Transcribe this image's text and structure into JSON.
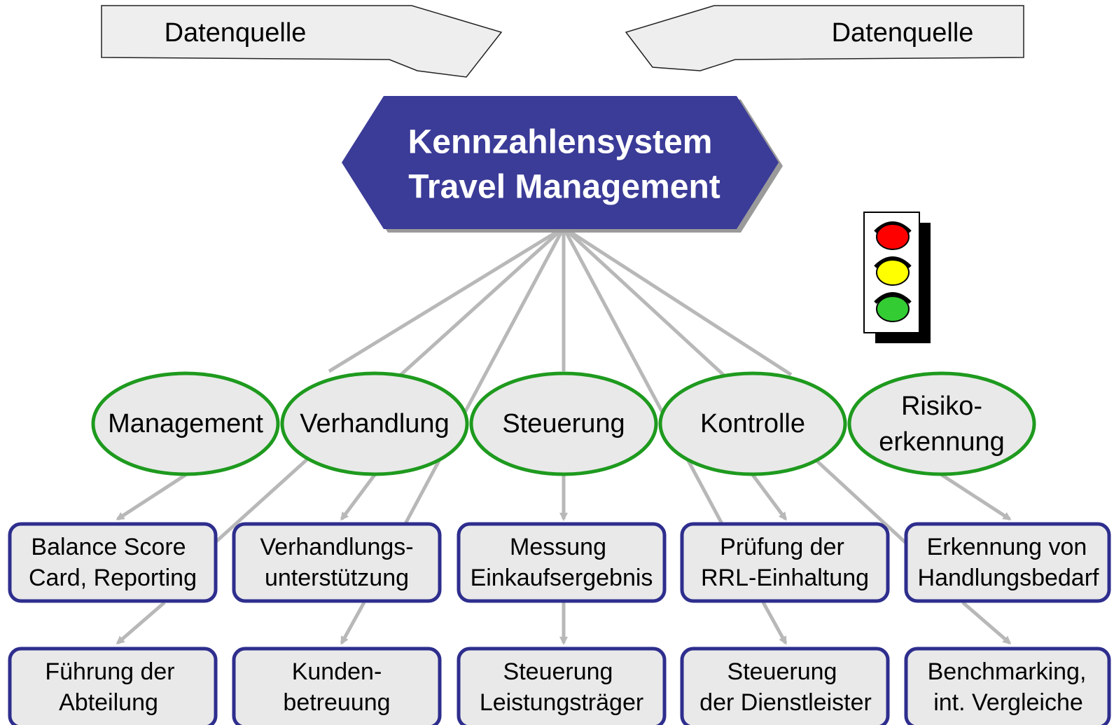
{
  "sources": {
    "left": "Datenquelle",
    "right": "Datenquelle"
  },
  "title": {
    "line1": "Kennzahlensystem",
    "line2": "Travel Management"
  },
  "colors": {
    "hexagon": "#3b3b98",
    "ellipse_border": "#1e9a1e",
    "box_border": "#2e2e8e",
    "fill_grey": "#e9e9e9",
    "connector": "#b8b8b8",
    "light_red": "#ff0000",
    "light_yellow": "#ffff00",
    "light_green": "#33cc33"
  },
  "categories": [
    {
      "label": [
        "Management"
      ]
    },
    {
      "label": [
        "Verhandlung"
      ]
    },
    {
      "label": [
        "Steuerung"
      ]
    },
    {
      "label": [
        "Kontrolle"
      ]
    },
    {
      "label": [
        "Risiko-",
        "erkennung"
      ]
    }
  ],
  "row1": [
    {
      "label": [
        "Balance Score",
        "Card, Reporting"
      ]
    },
    {
      "label": [
        "Verhandlungs-",
        "unterstützung"
      ]
    },
    {
      "label": [
        "Messung",
        "Einkaufsergebnis"
      ]
    },
    {
      "label": [
        "Prüfung der",
        "RRL-Einhaltung"
      ]
    },
    {
      "label": [
        "Erkennung von",
        "Handlungsbedarf"
      ]
    }
  ],
  "row2": [
    {
      "label": [
        "Führung der",
        "Abteilung"
      ]
    },
    {
      "label": [
        "Kunden-",
        "betreuung"
      ]
    },
    {
      "label": [
        "Steuerung",
        "Leistungsträger"
      ]
    },
    {
      "label": [
        "Steuerung",
        "der Dienstleister"
      ]
    },
    {
      "label": [
        "Benchmarking,",
        "int. Vergleiche"
      ]
    }
  ],
  "icons": {
    "traffic_light": "traffic-light-icon"
  }
}
